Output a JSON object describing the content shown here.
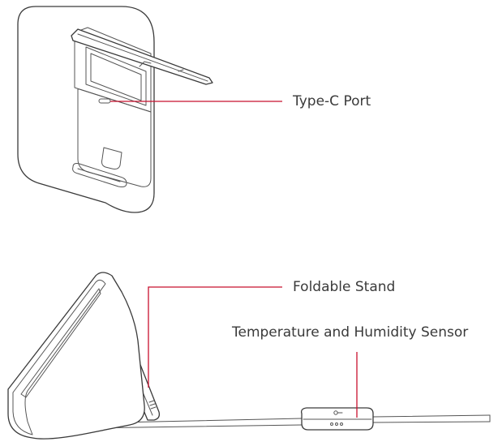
{
  "callouts": {
    "type_c_port": "Type-C Port",
    "foldable_stand": "Foldable Stand",
    "temp_humidity_sensor": "Temperature and Humidity Sensor"
  },
  "colors": {
    "leader_line": "#c8102e",
    "outline": "#3a3a3a",
    "text": "#3a3a3a"
  }
}
